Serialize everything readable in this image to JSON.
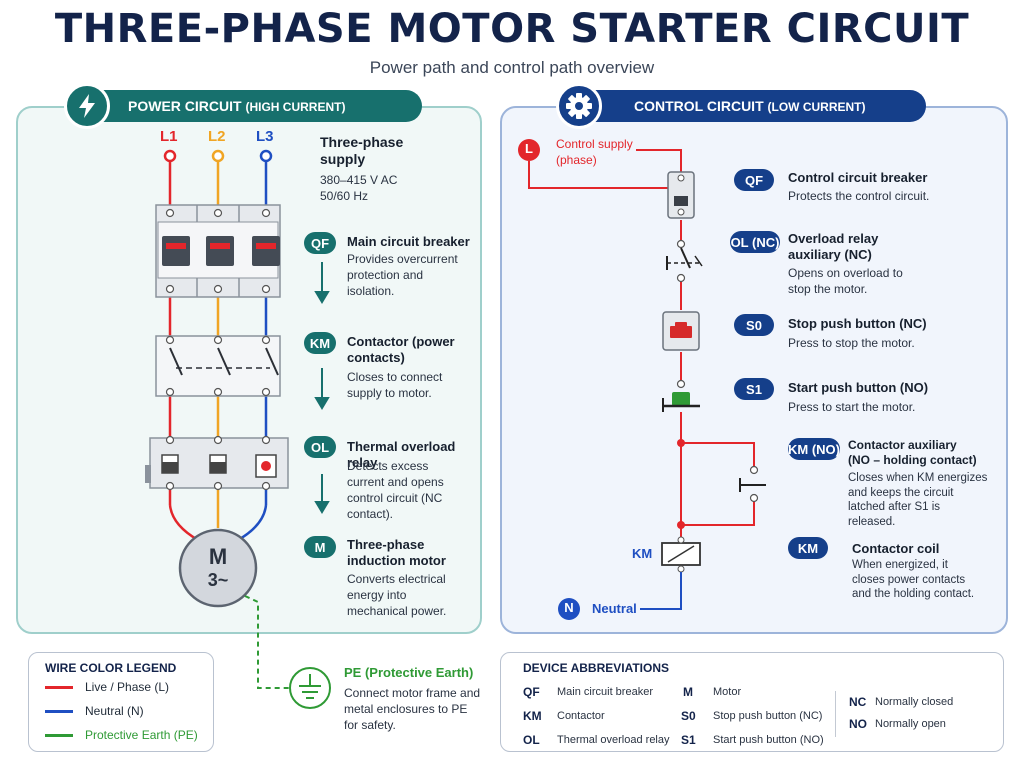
{
  "title": "THREE-PHASE MOTOR STARTER CIRCUIT",
  "subtitle": "Power path and control path overview",
  "power": {
    "header": "POWER CIRCUIT",
    "header_note": "(HIGH CURRENT)",
    "phases": [
      "L1",
      "L2",
      "L3"
    ],
    "supply_title": "Three-phase supply",
    "supply_voltage": "380–415 V AC",
    "supply_freq": "50/60 Hz",
    "motor_symbol": "M",
    "motor_sub": "3~",
    "items": [
      {
        "badge": "QF",
        "title": "Main circuit breaker",
        "desc": "Provides overcurrent protection and isolation."
      },
      {
        "badge": "KM",
        "title": "Contactor (power contacts)",
        "desc": "Closes to connect supply to motor."
      },
      {
        "badge": "OL",
        "title": "Thermal overload relay",
        "desc": "Detects excess current and opens control circuit (NC contact)."
      },
      {
        "badge": "M",
        "title": "Three-phase induction motor",
        "desc": "Converts electrical energy into mechanical power."
      }
    ]
  },
  "control": {
    "header": "CONTROL CIRCUIT",
    "header_note": "(LOW CURRENT)",
    "supply_symbol": "L",
    "supply_label": "Control supply (phase)",
    "neutral_symbol": "N",
    "neutral_label": "Neutral",
    "coil_label": "KM",
    "items": [
      {
        "badge": "QF",
        "title": "Control circuit breaker",
        "desc": "Protects the control circuit."
      },
      {
        "badge": "OL (NC)",
        "title": "Overload relay auxiliary (NC)",
        "desc": "Opens on overload to stop the motor."
      },
      {
        "badge": "S0",
        "title": "Stop push button (NC)",
        "desc": "Press to stop the motor."
      },
      {
        "badge": "S1",
        "title": "Start push button (NO)",
        "desc": "Press to start the motor."
      },
      {
        "badge": "KM (NO)",
        "title": "Contactor auxiliary (NO – holding contact)",
        "desc": "Closes when KM energizes and keeps the circuit latched after S1 is released."
      },
      {
        "badge": "KM",
        "title": "Contactor coil",
        "desc": "When energized, it closes power contacts and the holding contact."
      }
    ]
  },
  "pe": {
    "title": "PE (Protective Earth)",
    "desc": "Connect motor frame and metal enclosures to PE for safety."
  },
  "wire_legend": {
    "title": "WIRE COLOR LEGEND",
    "items": [
      {
        "label": "Live / Phase (L)",
        "color": "#e3262b"
      },
      {
        "label": "Neutral (N)",
        "color": "#1f4fc2"
      },
      {
        "label": "Protective Earth (PE)",
        "color": "#2f9a35"
      }
    ]
  },
  "abbreviations": {
    "title": "DEVICE ABBREVIATIONS",
    "items": [
      {
        "key": "QF",
        "value": "Main circuit breaker"
      },
      {
        "key": "KM",
        "value": "Contactor"
      },
      {
        "key": "OL",
        "value": "Thermal overload relay"
      },
      {
        "key": "M",
        "value": "Motor"
      },
      {
        "key": "S0",
        "value": "Stop push button (NC)"
      },
      {
        "key": "S1",
        "value": "Start push button (NO)"
      },
      {
        "key": "NC",
        "value": "Normally closed"
      },
      {
        "key": "NO",
        "value": "Normally open"
      }
    ]
  },
  "colors": {
    "phase_l1": "#e3262b",
    "phase_l2": "#f0a524",
    "phase_l3": "#1f4fc2",
    "earth": "#2f9a35",
    "power_accent": "#17706d",
    "control_accent": "#153f8a"
  }
}
